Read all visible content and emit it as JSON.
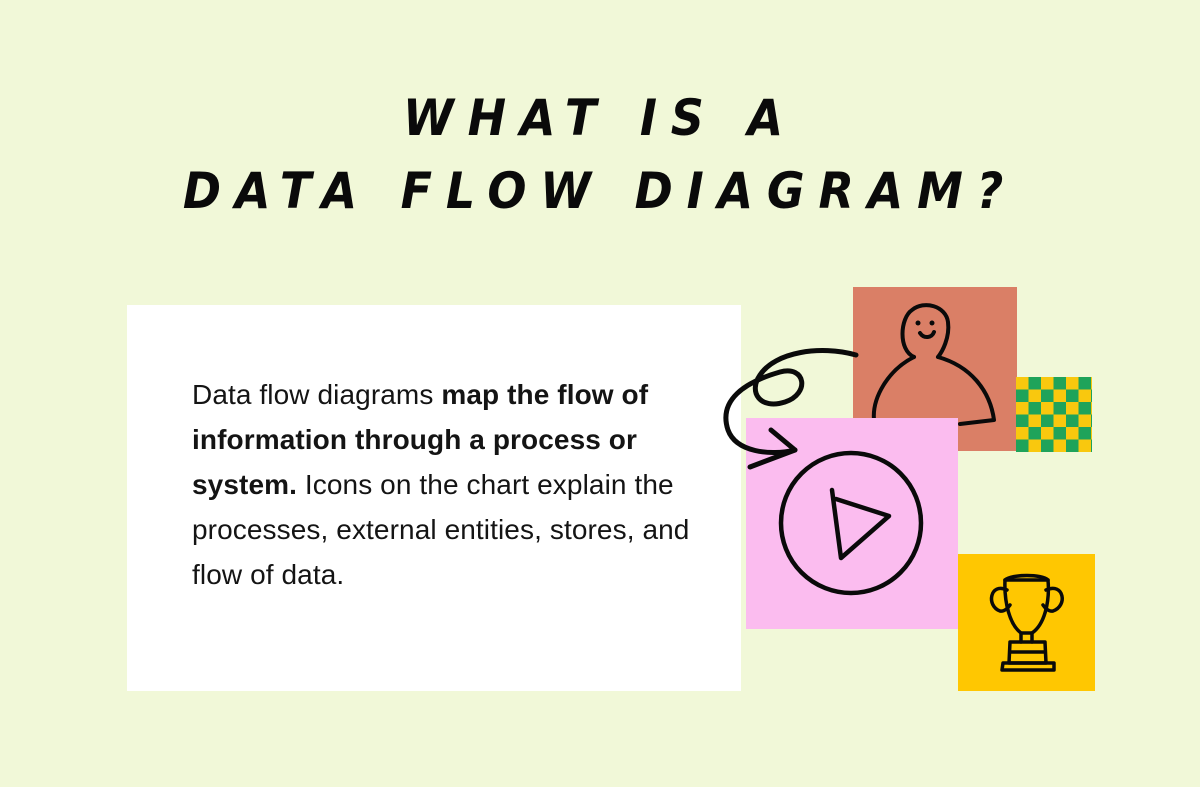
{
  "title": {
    "line1": "WHAT IS A",
    "line2": "DATA FLOW DIAGRAM?"
  },
  "card": {
    "segments": [
      {
        "text": "Data flow diagrams ",
        "bold": false
      },
      {
        "text": "map the flow of information through a process or system.",
        "bold": true
      },
      {
        "text": " Icons on the chart explain the processes, external entities, stores, and flow of data.",
        "bold": false
      }
    ],
    "seg0": "Data flow diagrams ",
    "seg1": "map the flow of information through a process or system.",
    "seg2": " Icons on the chart explain the processes, external entities, stores, and flow of data."
  },
  "illustration": {
    "tiles": [
      {
        "name": "person-tile",
        "icon": "person-icon",
        "color": "#da7f66"
      },
      {
        "name": "checker-tile",
        "icon": "checker-pattern",
        "colors": [
          "#f9c80e",
          "#1fa35a"
        ]
      },
      {
        "name": "process-tile",
        "icon": "play-circle-icon",
        "color": "#fbbcef"
      },
      {
        "name": "trophy-tile",
        "icon": "trophy-icon",
        "color": "#ffc701"
      }
    ],
    "connector": "curly-arrow-icon"
  },
  "colors": {
    "background": "#f1f8d8",
    "card": "#ffffff",
    "ink": "#0a0a0a"
  }
}
